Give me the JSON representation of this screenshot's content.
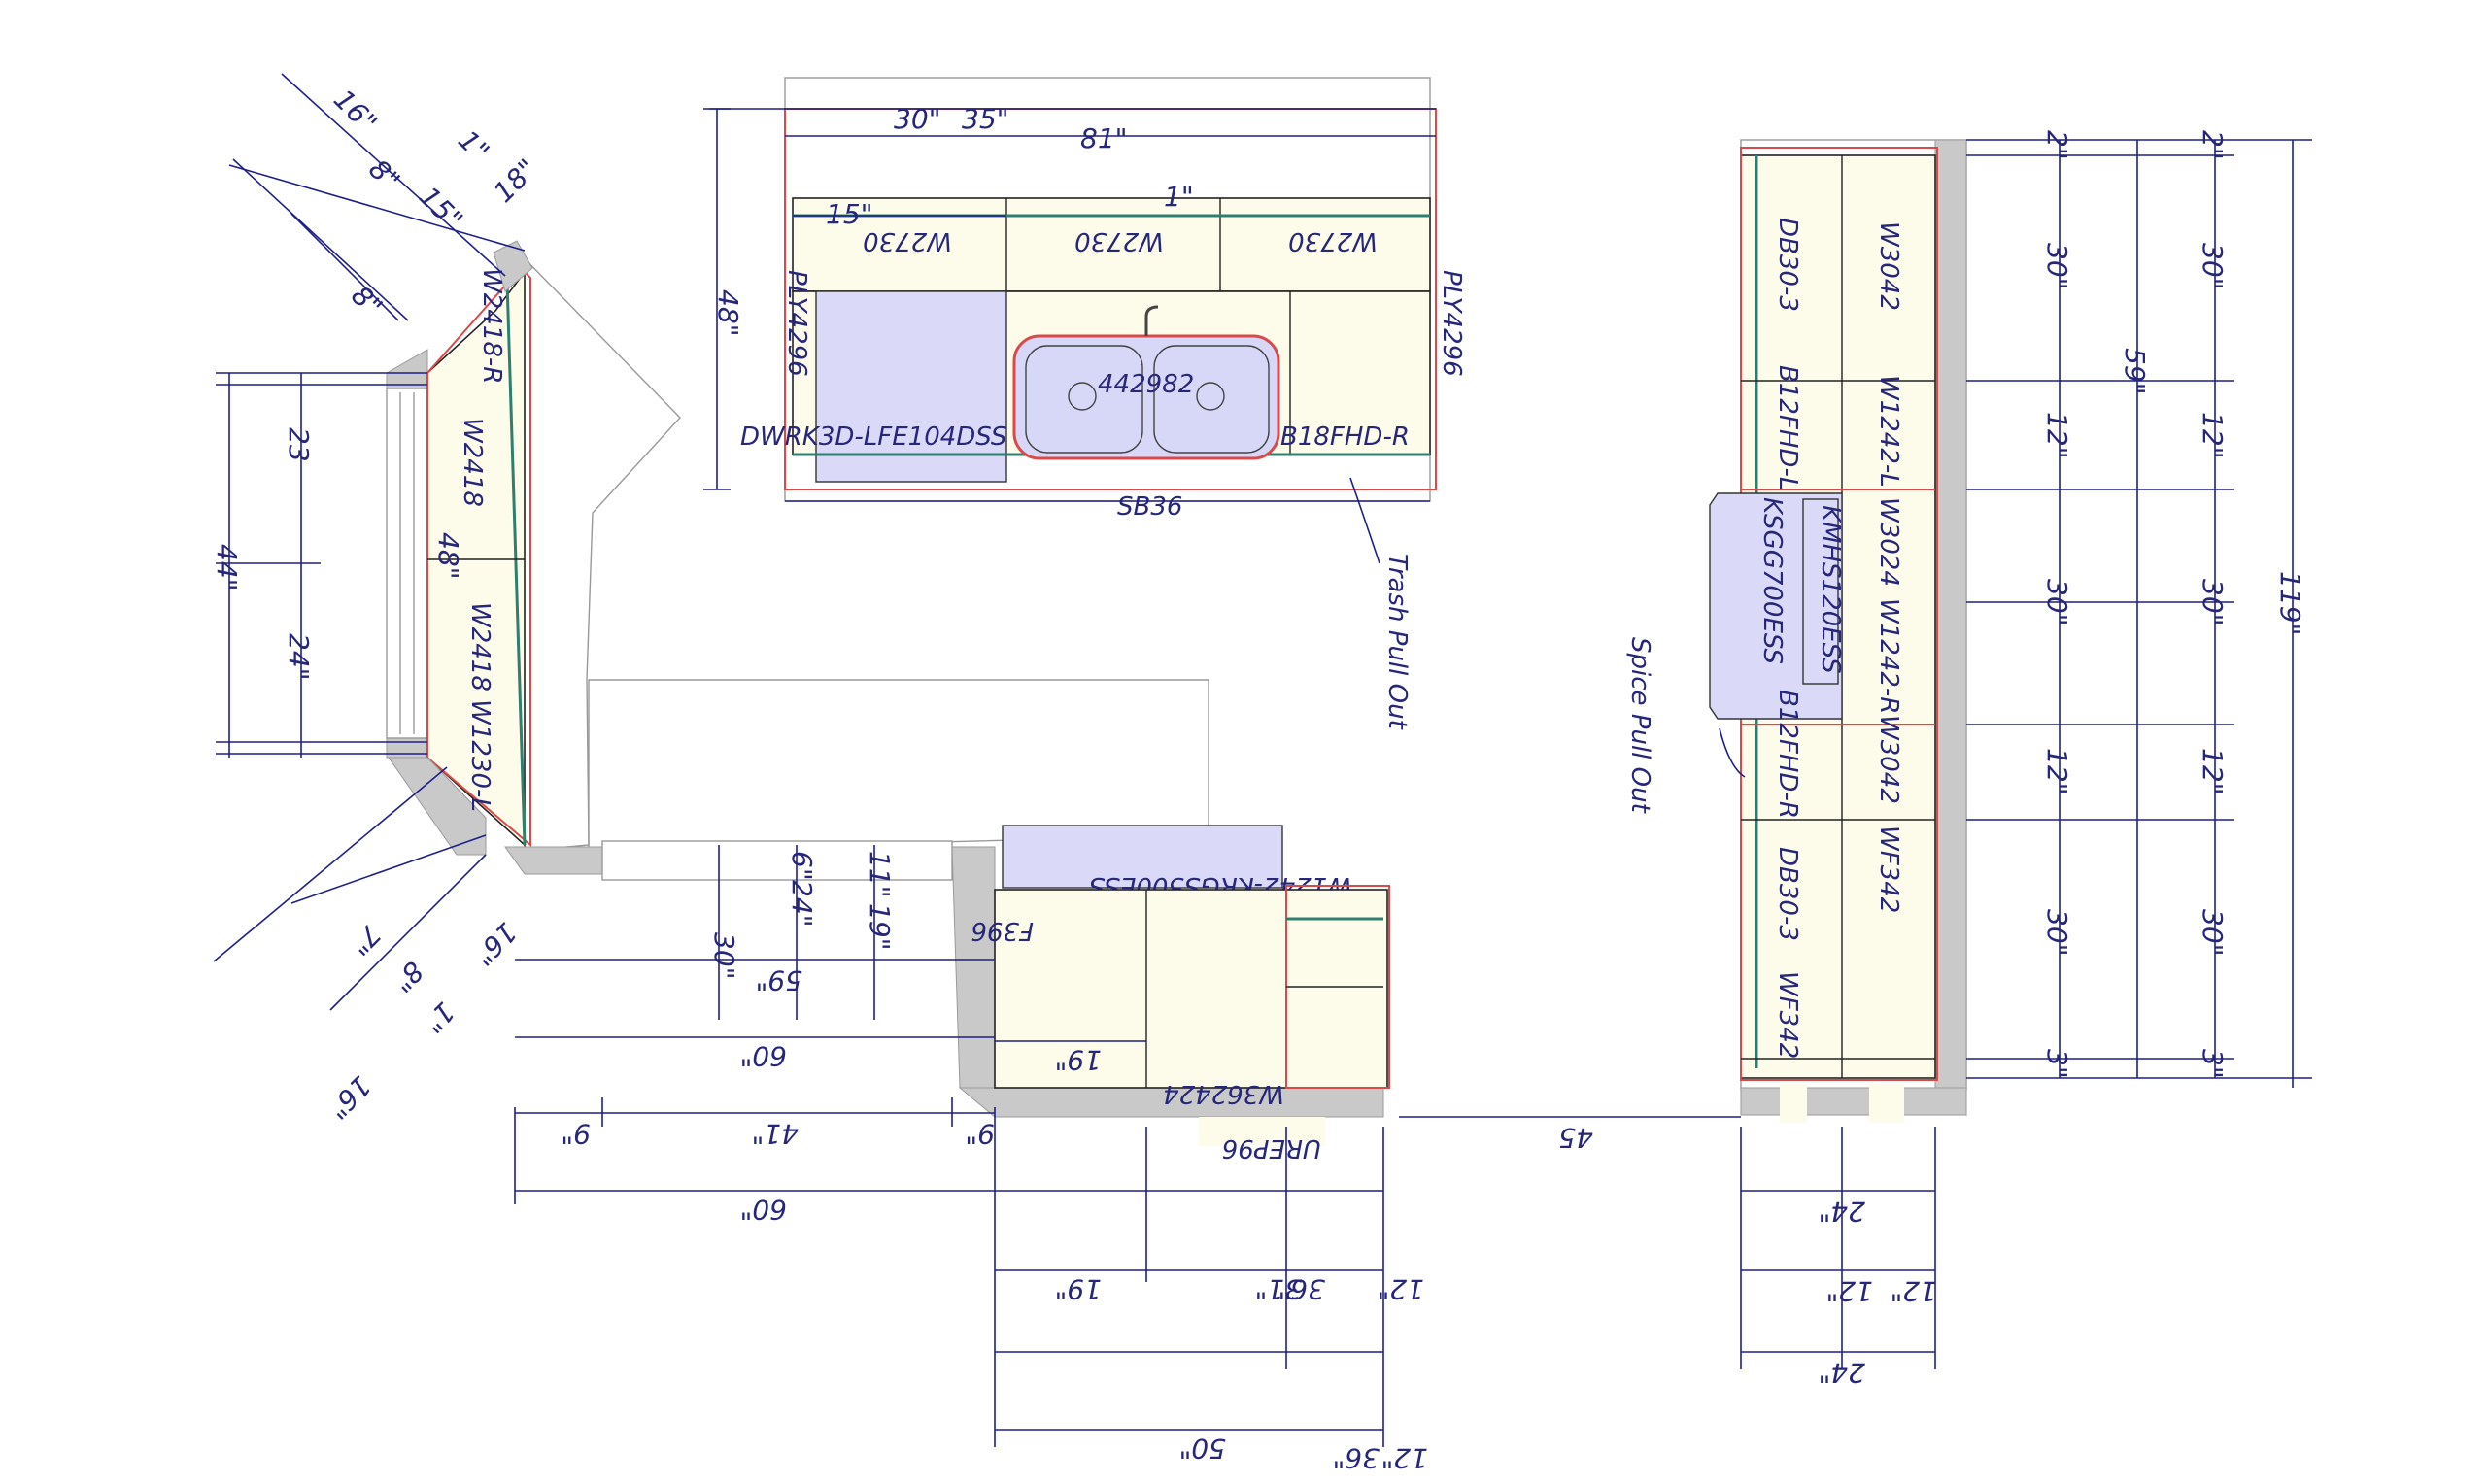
{
  "island": {
    "dims": [
      "30\"",
      "35\"",
      "81\"",
      "15\"",
      "1\"",
      "48\""
    ],
    "cabinets": [
      "W2730",
      "W2730",
      "W2730"
    ],
    "sides": [
      "PLY4296",
      "PLY4296"
    ],
    "sink": "442982",
    "dishwasher": "DWRK3D-LFE104DSS",
    "base_right": "B18FHD-R",
    "bottom": "SB36",
    "note": "Trash Pull Out"
  },
  "left_wall": {
    "cabinets": [
      "W2418-R",
      "W2418",
      "W2418 W1230-L"
    ],
    "dims_vertical": [
      "23",
      "44\"",
      "24\"",
      "48\""
    ],
    "angle_dims": [
      "16\"",
      "8\"",
      "15\"",
      "18\"",
      "1\"",
      "8\""
    ],
    "bottom_dims": [
      "16\"",
      "8\"",
      "7\"",
      "1\"",
      "16\""
    ]
  },
  "bottom_run": {
    "top_app": "W1242-KRGS500ESS",
    "filler": "F396",
    "bottom_cab": "W362424",
    "panel": "UREP96",
    "dims": [
      "6\"",
      "24\"",
      "11\"",
      "19\"",
      "30\"",
      "59\"",
      "60\"",
      "19\"",
      "9\"",
      "41\"",
      "9\"",
      "60\"",
      "19\"",
      "36\"",
      "31\"",
      "12\"",
      "50\"",
      "36\"",
      "12\""
    ],
    "gap": "45"
  },
  "right_wall": {
    "col1": [
      "DB30-3",
      "B12FHD-L",
      "KSGG700ESS",
      "B12FHD-R",
      "DB30-3",
      "WF342"
    ],
    "col2": [
      "W3042",
      "W1242-L",
      "W3024",
      "W1242-R",
      "W3042",
      "WF342"
    ],
    "hood": "KMHS120ESS",
    "note": "Spice Pull Out",
    "dims_left": [
      "2\"",
      "30\"",
      "12\"",
      "30\"",
      "12\"",
      "30\"",
      "3\""
    ],
    "dims_right": [
      "2\"",
      "30\"",
      "12\"",
      "30\"",
      "12\"",
      "30\"",
      "3\""
    ],
    "dims_mid": [
      "59\""
    ],
    "total": "119\"",
    "bottom_dims": [
      "24\"",
      "12\"",
      "12\"",
      "24\""
    ]
  }
}
